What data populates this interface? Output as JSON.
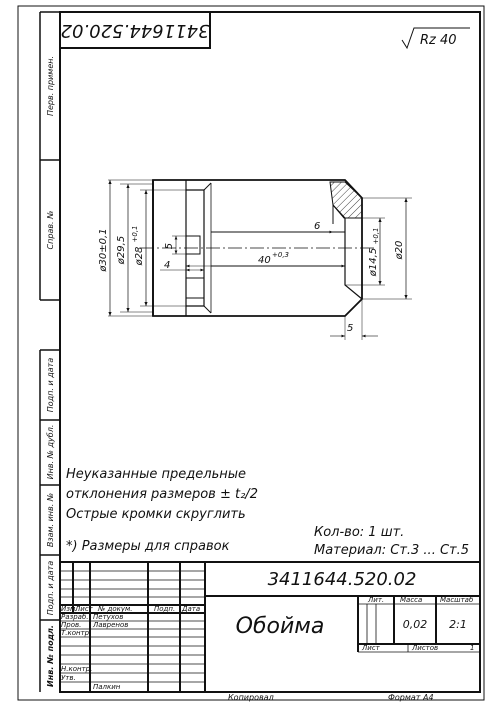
{
  "sheet": {
    "designation_top": "3411644.520.02",
    "roughness": "Rz 40",
    "side_labels": [
      "Перв. примен.",
      "Справ. №",
      "Подп. и дата",
      "Инв. № дубл.",
      "Взам. инв. №",
      "Подп. и дата",
      "Инв. № подл."
    ]
  },
  "dimensions": {
    "d30": "ø30±0,1",
    "d29_5": "ø29,5",
    "d28": "ø28",
    "d28_tol": "+0,1",
    "dim5_left": "5",
    "dim4": "4",
    "len40": "40",
    "len40_tol": "+0,3",
    "dim6": "6",
    "d14_5": "ø14,5",
    "d14_5_tol": "+0,1",
    "d20": "ø20",
    "dim5_bottom": "5"
  },
  "notes": {
    "line1": "Неуказанные предельные",
    "line2": "отклонения размеров ± t₂/2",
    "line3": "Острые кромки скруглить",
    "ref": "*) Размеры для справок",
    "qty": "Кол-во: 1 шт.",
    "material": "Материал: Ст.3 ... Ст.5"
  },
  "title_block": {
    "designation": "3411644.520.02",
    "part_name": "Обойма",
    "hdr_izm": "Изм.",
    "hdr_list": "Лист",
    "hdr_doc": "№ докум.",
    "hdr_sign": "Подп.",
    "hdr_date": "Дата",
    "role_razrab": "Разраб.",
    "name_razrab": "Петухов",
    "role_prov": "Пров.",
    "name_prov": "Лавренов",
    "role_tkontr": "Т.контр.",
    "role_nkontr": "Н.контр.",
    "role_utv": "Утв.",
    "name_utv": "Палкин",
    "hdr_lit": "Лит.",
    "hdr_mass": "Масса",
    "hdr_scale": "Масштаб",
    "mass": "0,02",
    "scale": "2:1",
    "list_label": "Лист",
    "lists_label": "Листов",
    "lists_count": "1"
  },
  "footer": {
    "copied": "Копировал",
    "format": "Формат    А4"
  }
}
